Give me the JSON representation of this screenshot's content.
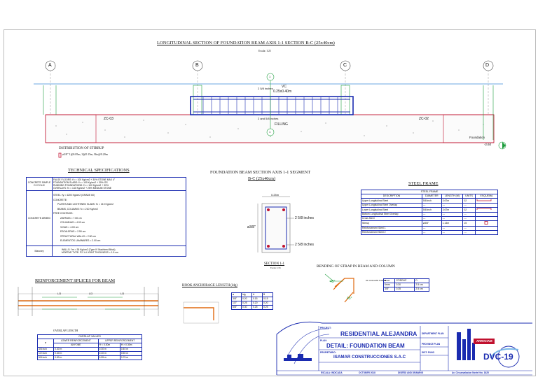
{
  "main_title": "LONGITUDINAL SECTION OF FOUNDATION BEAM AXIS 1-1 SECTION B-C (25x40cm)",
  "main_scale": "Escala: 1/25",
  "axes": [
    "A",
    "B",
    "C",
    "D"
  ],
  "beam_labels": {
    "top_rebar": "2 5/8 inches",
    "vc": "VC",
    "vc_size": "0.25x0.40m",
    "bottom_rebar": "2 and 5/8 inches",
    "filling": "FILLING",
    "zc_left": "ZC-03",
    "zc_right": "ZC-02",
    "foundation": "Foundation",
    "level": "-2.60",
    "marker": "1"
  },
  "stirrup": {
    "title": "DISTRIBUTION OF STIRRUP",
    "text": "ø3/8\" 1@0.05m, 3@0.15m, Rto@0.20m"
  },
  "tech_specs": {
    "title": "TECHNICAL SPECIFICATIONS",
    "rows": [
      {
        "label": "CONCRETE SIMPLE O CYCLIC",
        "lines": [
          "FALSE FLOORS: f'c = 100 Kg/cm2 + 30% STONE MAX 4\"",
          "FOUNDATION SLABS: f'c = 100 Kg/cm2 + 30% GS",
          "RUNNING FOUNDATIONS: f'c = 100 Kg/cm2 + 30%",
          "OVERLAYS: f'c = 140 Kg/cm2 + 25% MEDIUM STONE"
        ]
      },
      {
        "label": "CONCRETE ARMED",
        "lines": [
          "STEEL: fy = 4200 Kg/cm2 (GRADE 60)",
          "CONCRETE:",
          "PLATES AND LIGHTENED SLABS: f'c = 210 Kg/cm2",
          "BEAMS, COLUMNS: f'c = 210 Kg/cm2",
          "FREE COATINGS:",
          "ZAPATAS = 7.50 cm",
          "COLUMNAS = 4.00 cm",
          "VIGAS = 4.00 cm",
          "ESCALERAS = 2.50 cm",
          "STRUCTURAL WALLS = 2.50 cm",
          "ELEMENTOS LAMINARES = 2.00 cm"
        ]
      },
      {
        "label": "Masonry",
        "lines": [
          "WALLS: f'm = 35 Kg/cm2 (Type IV Machined Brick)",
          "MORTAR TYPE: P2 1:4 JOINT THICKNESS = 1.5 cm"
        ]
      }
    ]
  },
  "section": {
    "title_line1": "FOUNDATION BEAM SECTION AXIS 1-1 SEGMENT",
    "title_line2": "B-C (25x40cm)",
    "width": "0.25m",
    "stirrup": "ø3/8\"",
    "top_bars": "2 5/8 inches",
    "bottom_bars": "2 5/8 inches",
    "caption": "SECTION 1-1",
    "scale": "Escala: 1/25"
  },
  "steel_frame": {
    "title": "STEEL FRAME",
    "table_title": "STEEL FRAME",
    "headers": [
      "DESCRIPTION",
      "DIAMETER",
      "LENGTH (M)",
      "UNITS",
      "ESQUEMA"
    ],
    "rows": [
      [
        "Upper Longitudinal Steel",
        "5/8 inch",
        "3.67m",
        "02",
        "hook"
      ],
      [
        "Upper Longitudinal Steel Overlap",
        "---",
        "---",
        "---",
        ""
      ],
      [
        "Lower Longitudinal Steel",
        "5/8 inch",
        "3.67m",
        "02",
        "hook"
      ],
      [
        "Bottom Longitudinal Steel Overlap",
        "---",
        "---",
        "---",
        ""
      ],
      [
        "Cross Steel",
        "---",
        "---",
        "---",
        ""
      ],
      [
        "Stirrup",
        "ø3/8\"",
        "1.14m",
        "15",
        "box"
      ],
      [
        "Reinforcement Steel 1",
        "---",
        "---",
        "---",
        ""
      ],
      [
        "Reinforcement Steel 2",
        "---",
        "---",
        "---",
        ""
      ]
    ]
  },
  "splices": {
    "title": "REINFORCEMENT SPLICES FOR BEAM",
    "lbl": "L/3",
    "overlap_label": "OVERLAP LENGTH",
    "overlap_table_title": "OVERLAP VALUES",
    "col_lower": "LOWER REINFORCEMENT",
    "col_upper": "UPPER REINFORCEMENT",
    "sub_any": "ANYONE",
    "sub_h1": "H < 0.30m",
    "sub_h2": "H > 0.30m",
    "rows": [
      [
        "3/8 inch",
        "0.30 m",
        "0.30 m",
        "0.40 m"
      ],
      [
        "1/2 inch",
        "0.40 m",
        "0.40 m",
        "0.50 m"
      ],
      [
        "5/8 inch",
        "0.50 m",
        "0.55 m",
        "0.75 m"
      ]
    ]
  },
  "hook": {
    "title": "HOOK ANCHORAGE LENGTH (ldg)",
    "headers": [
      "ø",
      "ldg",
      "A",
      "B"
    ],
    "rows": [
      [
        "3/8\"",
        "0.20",
        "0.15",
        "0.15"
      ],
      [
        "1/2\"",
        "0.25",
        "0.20",
        "0.20"
      ],
      [
        "5/8\"",
        "0.30",
        "0.25",
        "0.25"
      ]
    ]
  },
  "bending": {
    "title": "BENDING OF STRAP IN BEAM AND COLUMN",
    "angle": "45°",
    "angle_label": "OF COLUMN THE BEAM",
    "headers": [
      "ø",
      "STIRRUP",
      "D"
    ],
    "rows": [
      [
        "6mm",
        "0.30",
        "2.5 cm"
      ],
      [
        "3/8\"",
        "0.35",
        "2.5 cm"
      ]
    ]
  },
  "title_block": {
    "project_label": "PROJECT:",
    "project": "RESIDENTIAL ALEJANDRA",
    "plan_label": "PLAN:",
    "detail": "DETAIL: FOUNDATION BEAM",
    "owner_label": "PROPIETARIO:",
    "owner": "ISAMAR CONSTRUCCIONES S.A.C",
    "sheet_code": "DVC-19",
    "brand": "ARRAHAM",
    "field1": "DEPARTMENT PLAN",
    "field2": "PROVINCE PLAN",
    "field3": "DIST: PUNO",
    "foot": [
      "ESCALA: INDICADA",
      "OCTOBER 2018",
      "DISEÑO AND DRAWING",
      "Av. Circunvalacion Norte Nro. 1625"
    ]
  },
  "colors": {
    "blue": "#1a2bb0",
    "red": "#c0102e",
    "green": "#1e9e3e",
    "orange": "#e06a10",
    "gray": "#9a9a9a"
  }
}
